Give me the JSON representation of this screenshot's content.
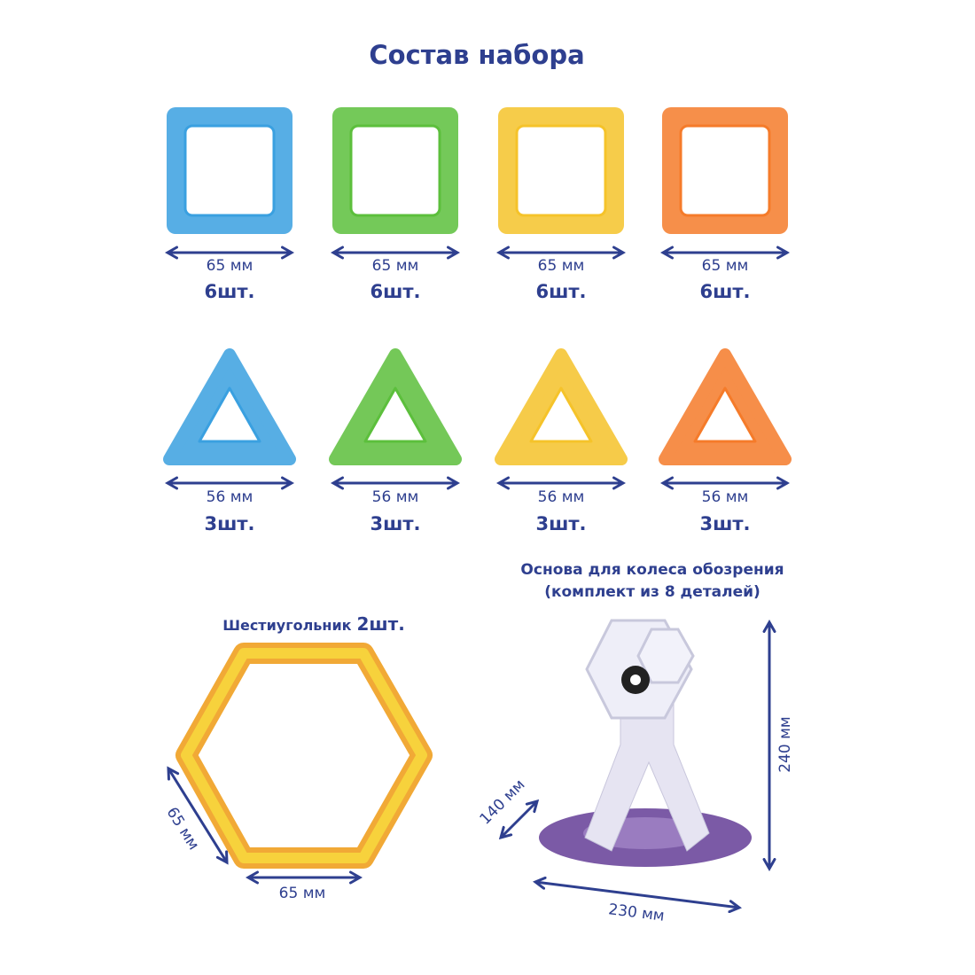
{
  "title": "Состав набора",
  "colors": {
    "text": "#2e3f8f",
    "blue": "#3aa0e0",
    "green": "#5cbf3c",
    "yellow": "#f5c32a",
    "orange": "#f57b2a",
    "purple": "#7b5aa6"
  },
  "squares": [
    {
      "color": "blue",
      "size": "65 мм",
      "count": "6шт."
    },
    {
      "color": "green",
      "size": "65 мм",
      "count": "6шт."
    },
    {
      "color": "yellow",
      "size": "65 мм",
      "count": "6шт."
    },
    {
      "color": "orange",
      "size": "65 мм",
      "count": "6шт."
    }
  ],
  "triangles": [
    {
      "color": "blue",
      "size": "56 мм",
      "count": "3шт."
    },
    {
      "color": "green",
      "size": "56 мм",
      "count": "3шт."
    },
    {
      "color": "yellow",
      "size": "56 мм",
      "count": "3шт."
    },
    {
      "color": "orange",
      "size": "56 мм",
      "count": "3шт."
    }
  ],
  "hexagon": {
    "label": "Шестиугольник",
    "count": "2шт.",
    "side_label": "65 мм",
    "bottom_label": "65 мм"
  },
  "ferris_base": {
    "line1": "Основа для колеса обозрения",
    "line2": "(комплект из 8 деталей)",
    "height": "240 мм",
    "depth": "140 мм",
    "width": "230 мм"
  }
}
